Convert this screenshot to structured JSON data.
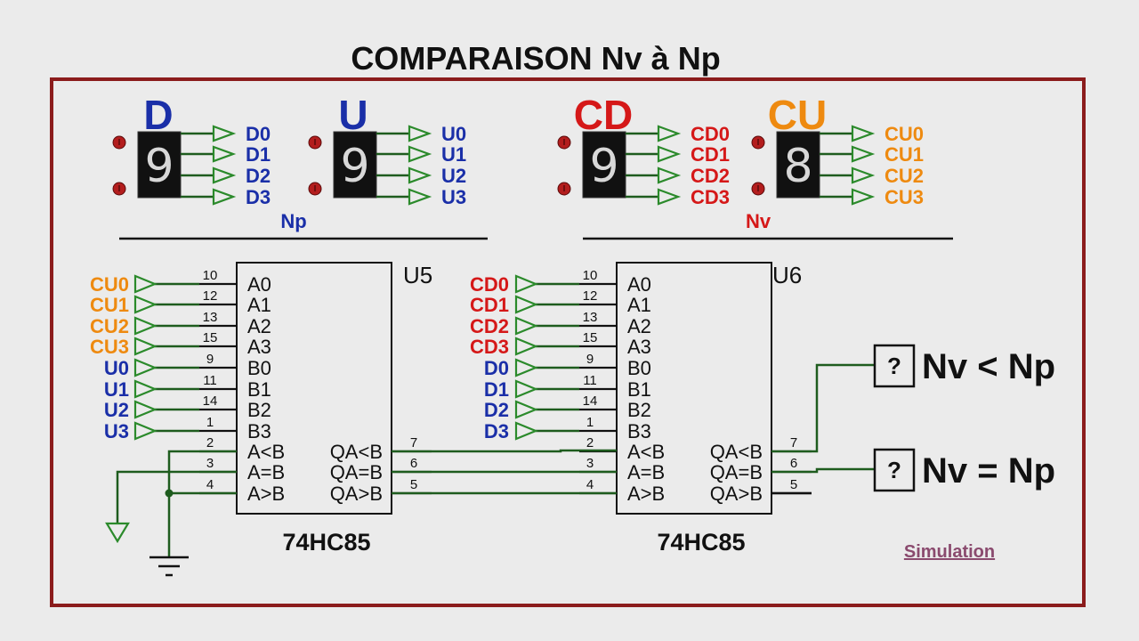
{
  "title": "COMPARAISON Nv à Np",
  "groups": {
    "np": {
      "label": "Np"
    },
    "nv": {
      "label": "Nv"
    }
  },
  "displays": [
    {
      "letter": "D",
      "value": "9",
      "outputs": [
        "D0",
        "D1",
        "D2",
        "D3"
      ],
      "color": "#1a2fa8"
    },
    {
      "letter": "U",
      "value": "9",
      "outputs": [
        "U0",
        "U1",
        "U2",
        "U3"
      ],
      "color": "#1a2fa8"
    },
    {
      "letter": "CD",
      "value": "9",
      "outputs": [
        "CD0",
        "CD1",
        "CD2",
        "CD3"
      ],
      "color": "#d51818"
    },
    {
      "letter": "CU",
      "value": "8",
      "outputs": [
        "CU0",
        "CU1",
        "CU2",
        "CU3"
      ],
      "color": "#ee8a10"
    }
  ],
  "chips": [
    {
      "ref": "U5",
      "part": "74HC85",
      "inputs": [
        "CU0",
        "CU1",
        "CU2",
        "CU3",
        "U0",
        "U1",
        "U2",
        "U3"
      ],
      "input_colors": [
        "#ee8a10",
        "#ee8a10",
        "#ee8a10",
        "#ee8a10",
        "#1a2fa8",
        "#1a2fa8",
        "#1a2fa8",
        "#1a2fa8"
      ]
    },
    {
      "ref": "U6",
      "part": "74HC85",
      "inputs": [
        "CD0",
        "CD1",
        "CD2",
        "CD3",
        "D0",
        "D1",
        "D2",
        "D3"
      ],
      "input_colors": [
        "#d51818",
        "#d51818",
        "#d51818",
        "#d51818",
        "#1a2fa8",
        "#1a2fa8",
        "#1a2fa8",
        "#1a2fa8"
      ]
    }
  ],
  "left_pins": {
    "names": [
      "A0",
      "A1",
      "A2",
      "A3",
      "B0",
      "B1",
      "B2",
      "B3",
      "A<B",
      "A=B",
      "A>B"
    ],
    "numbers": [
      "10",
      "12",
      "13",
      "15",
      "9",
      "11",
      "14",
      "1",
      "2",
      "3",
      "4"
    ]
  },
  "right_pins": {
    "names": [
      "QA<B",
      "QA=B",
      "QA>B"
    ],
    "numbers": [
      "7",
      "6",
      "5"
    ]
  },
  "probes": [
    {
      "symbol": "?",
      "label": "Nv < Np"
    },
    {
      "symbol": "?",
      "label": "Nv = Np"
    }
  ],
  "simulation_link": "Simulation",
  "colors": {
    "frame": "#8b1c1c",
    "wire": "#1e5c1e",
    "port": "#2b8a2b",
    "digit_fill": "#111111",
    "background": "#ebebeb"
  },
  "icons": [
    "ground-icon",
    "logic-state-dot-icon",
    "input-port-arrow-icon",
    "output-port-arrow-icon"
  ]
}
